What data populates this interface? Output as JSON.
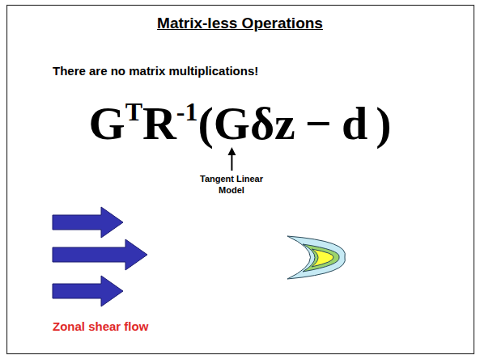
{
  "diagram": {
    "title": "Matrix-less Operations",
    "labels": [
      "There are no matrix multiplications!",
      "G",
      "T",
      "R",
      "-1",
      "(",
      "G",
      "δz",
      "−",
      "d",
      ")",
      "Tangent Linear Model",
      "Zonal shear flow"
    ]
  }
}
